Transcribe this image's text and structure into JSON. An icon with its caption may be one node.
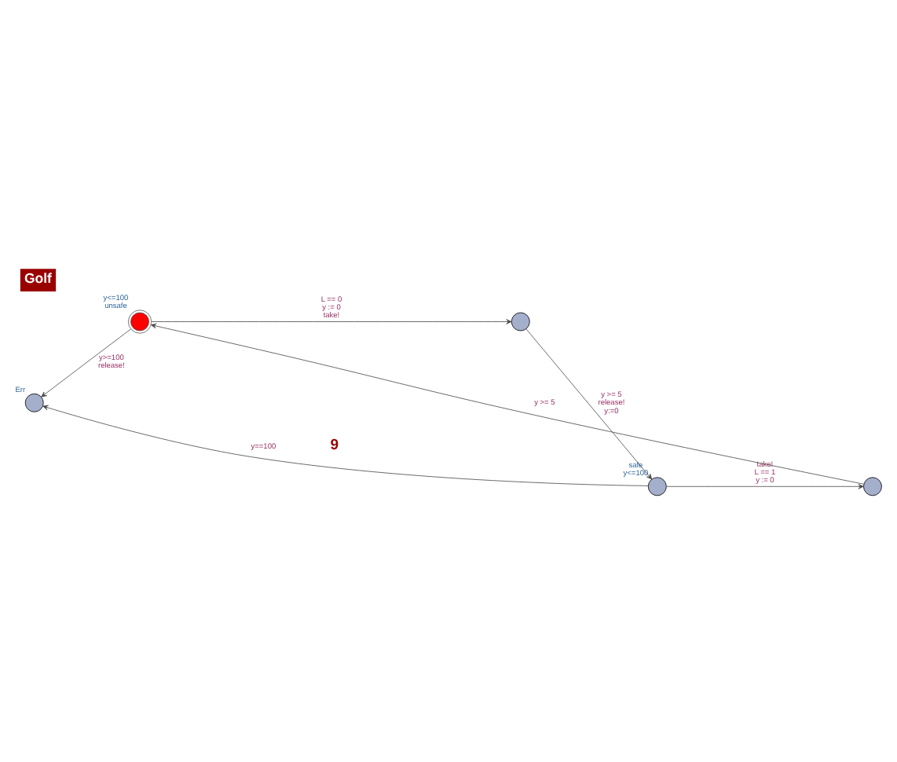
{
  "diagram": {
    "title": "Golf",
    "nodes": [
      {
        "text": [
          "unsafe"
        ],
        "beside": [
          "y<=100"
        ]
      },
      {
        "text": [],
        "shape": "circle"
      },
      {
        "text": [
          "Err"
        ]
      },
      {
        "text": [
          "safe"
        ],
        "beside": [
          "y<=100"
        ]
      },
      {
        "text": [],
        "shape": "circle"
      }
    ],
    "edges": [
      {
        "from": 0,
        "to": 1,
        "arrow": "to",
        "label": "L == 0 y := 0 take!"
      },
      {
        "from": 1,
        "to": 3,
        "arrow": "to",
        "label": "y >= 5 release! y:=0"
      },
      {
        "from": 3,
        "to": 4,
        "arrow": "to",
        "label": "take! L == 1 y := 0"
      },
      {
        "from": 4,
        "to": 0,
        "arrow": "to",
        "label": "y >= 5"
      },
      {
        "from": 0,
        "to": 2,
        "arrow": "to",
        "label": "y>=100 release!"
      },
      {
        "from": 3,
        "to": 2,
        "arrow": "to",
        "label": "y==100"
      }
    ],
    "labels": [
      "9"
    ]
  }
}
